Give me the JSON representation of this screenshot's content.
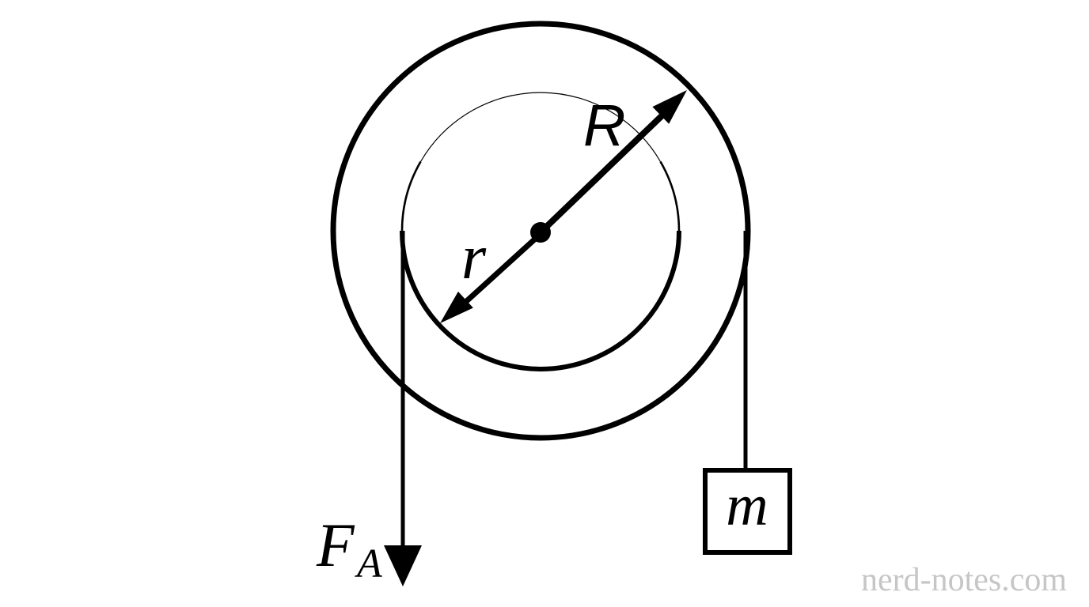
{
  "figure": {
    "labels": {
      "outer_radius": "R",
      "inner_radius": "r",
      "mass": "m",
      "force_symbol": "F",
      "force_subscript": "A"
    },
    "watermark": "nerd-notes.com",
    "colors": {
      "line": "#000000",
      "background": "#ffffff",
      "watermark": "#c6c6c6"
    }
  }
}
